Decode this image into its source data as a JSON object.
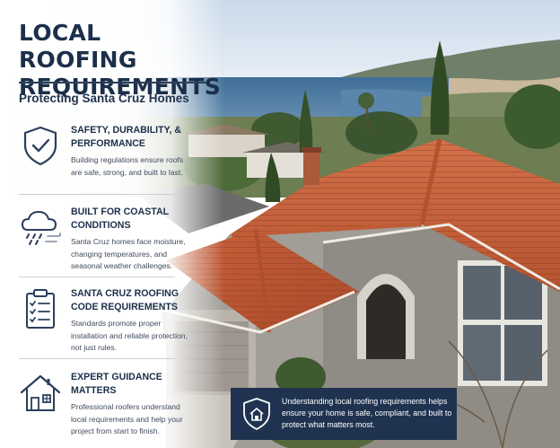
{
  "headline": {
    "line1": "LOCAL ROOFING",
    "line2": "REQUIREMENTS"
  },
  "subtitle": "Protecting Santa Cruz Homes",
  "items": [
    {
      "icon": "shield-check-icon",
      "title": "SAFETY, DURABILITY, & PERFORMANCE",
      "desc": "Building regulations ensure roofs are safe, strong, and built to last."
    },
    {
      "icon": "rain-cloud-wind-icon",
      "title": "BUILT FOR COASTAL CONDITIONS",
      "desc": "Santa Cruz homes face moisture, changing temperatures, and seasonal weather challenges."
    },
    {
      "icon": "clipboard-checklist-icon",
      "title": "SANTA CRUZ ROOFING CODE REQUIREMENTS",
      "desc": "Standards promote proper installation and reliable protection, not just rules."
    },
    {
      "icon": "house-icon",
      "title": "EXPERT GUIDANCE MATTERS",
      "desc": "Professional roofers understand local requirements and help your project from start to finish."
    }
  ],
  "callout": {
    "icon": "shield-house-icon",
    "text": "Understanding local roofing requirements helps ensure your home is safe, compliant, and built to protect what matters most."
  },
  "colors": {
    "navy": "#1c2f4a",
    "callout_bg": "#1f3350",
    "roof_tile": "#c8643c",
    "sky": "#dfe9f3",
    "ocean": "#4f7fa6"
  }
}
